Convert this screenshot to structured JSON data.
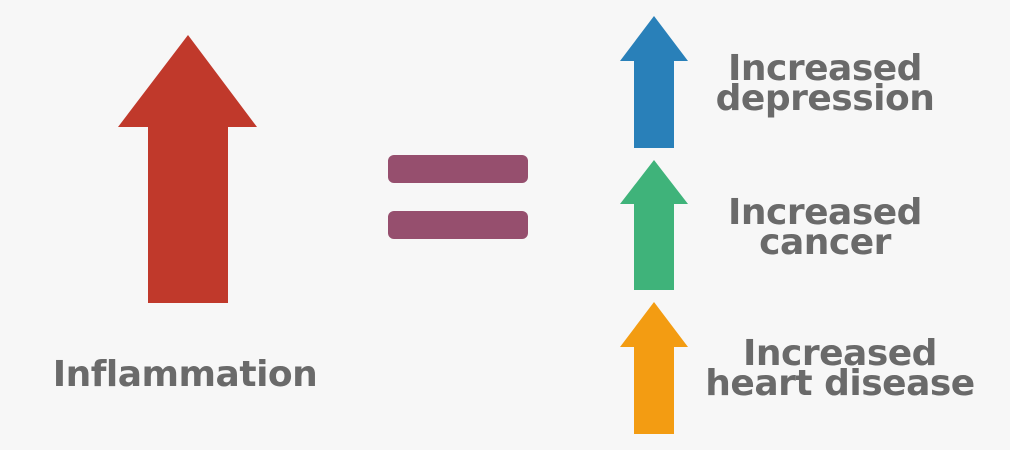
{
  "main": {
    "label": "Inflammation",
    "arrow_color": "#c0392b"
  },
  "equals": {
    "color": "#964f6e"
  },
  "effects": [
    {
      "line1": "Increased",
      "line2": "depression",
      "color": "#2980b9"
    },
    {
      "line1": "Increased",
      "line2": "cancer",
      "color": "#3fb37a"
    },
    {
      "line1": "Increased",
      "line2": "heart disease",
      "color": "#f39c12"
    }
  ],
  "text_color": "#6a6a6a",
  "background": "#f7f7f7"
}
